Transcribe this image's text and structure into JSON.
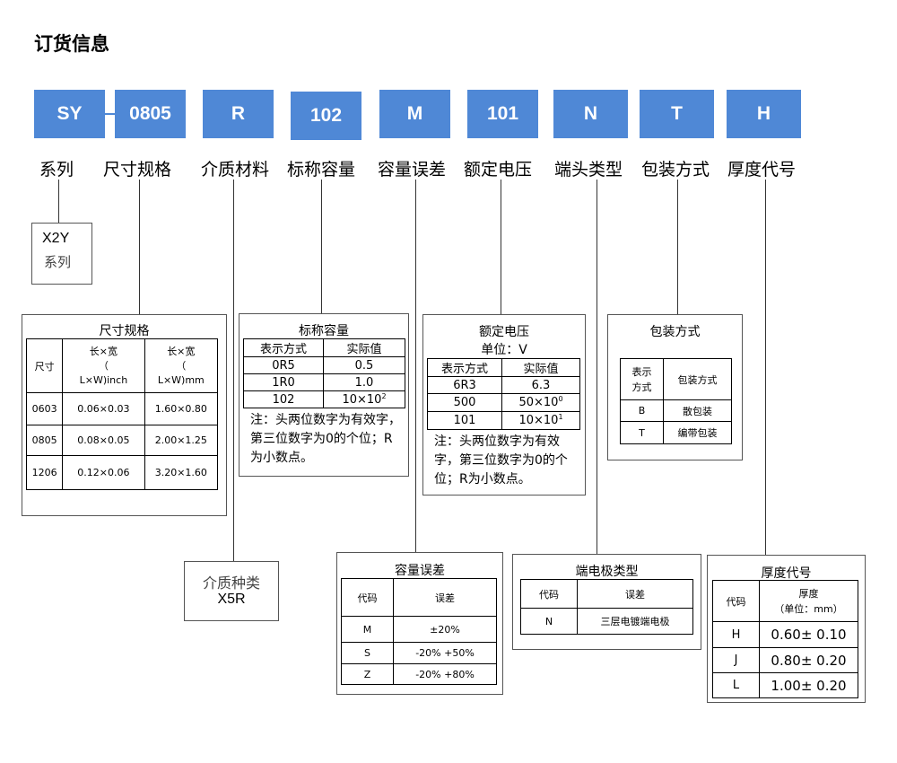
{
  "title": "订货信息",
  "codes": [
    "SY",
    "0805",
    "R",
    "102",
    "M",
    "101",
    "N",
    "T",
    "H"
  ],
  "labels": [
    "系列",
    "尺寸规格",
    "介质材料",
    "标称容量",
    "容量误差",
    "额定电压",
    "端头类型",
    "包装方式",
    "厚度代号"
  ],
  "series_box": {
    "line1": "X2Y",
    "line2": "系列"
  },
  "size_box": {
    "title": "尺寸规格",
    "headers": [
      "尺寸",
      "长×宽（L×W)inch",
      "长×宽（L×W)mm"
    ],
    "header_lines": [
      [
        "尺寸"
      ],
      [
        "长×宽",
        "（",
        "L×W)inch"
      ],
      [
        "长×宽",
        "（",
        "L×W)mm"
      ]
    ],
    "rows": [
      [
        "0603",
        "0.06×0.03",
        "1.60×0.80"
      ],
      [
        "0805",
        "0.08×0.05",
        "2.00×1.25"
      ],
      [
        "1206",
        "0.12×0.06",
        "3.20×1.60"
      ]
    ]
  },
  "dielectric_box": {
    "line1": "介质种类",
    "line2": "X5R"
  },
  "capacitance_box": {
    "title": "标称容量",
    "headers": [
      "表示方式",
      "实际值"
    ],
    "rows": [
      [
        "0R5",
        "0.5"
      ],
      [
        "1R0",
        "1.0"
      ],
      [
        "102",
        "10×10",
        "2"
      ]
    ],
    "note": "注：头两位数字为有效字，第三位数字为0的个位；R为小数点。"
  },
  "voltage_box": {
    "title": "额定电压",
    "unit": "单位：V",
    "headers": [
      "表示方式",
      "实际值"
    ],
    "rows": [
      [
        "6R3",
        "6.3",
        ""
      ],
      [
        "500",
        "50×10",
        "0"
      ],
      [
        "101",
        "10×10",
        "1"
      ]
    ],
    "note": "注：头两位数字为有效字，第三位数字为0的个位；R为小数点。"
  },
  "packaging_box": {
    "title": "包装方式",
    "headers": [
      "表示方式",
      "包装方式"
    ],
    "header_lines": [
      [
        "表示",
        "方式"
      ],
      [
        "包装方式"
      ]
    ],
    "rows": [
      [
        "B",
        "散包装"
      ],
      [
        "T",
        "编带包装"
      ]
    ]
  },
  "tolerance_box": {
    "title": "容量误差",
    "headers": [
      "代码",
      "误差"
    ],
    "rows": [
      [
        "M",
        "±20%"
      ],
      [
        "S",
        "-20% +50%"
      ],
      [
        "Z",
        "-20% +80%"
      ]
    ]
  },
  "termination_box": {
    "title": "端电极类型",
    "headers": [
      "代码",
      "误差"
    ],
    "rows": [
      [
        "N",
        "三层电镀端电极"
      ]
    ]
  },
  "thickness_box": {
    "title": "厚度代号",
    "headers": [
      "代码",
      "厚度（单位：mm）"
    ],
    "header_lines": [
      [
        "代码"
      ],
      [
        "厚度",
        "（单位：mm）"
      ]
    ],
    "rows": [
      [
        "H",
        "0.60± 0.10"
      ],
      [
        "J",
        "0.80± 0.20"
      ],
      [
        "L",
        "1.00± 0.20"
      ]
    ]
  }
}
